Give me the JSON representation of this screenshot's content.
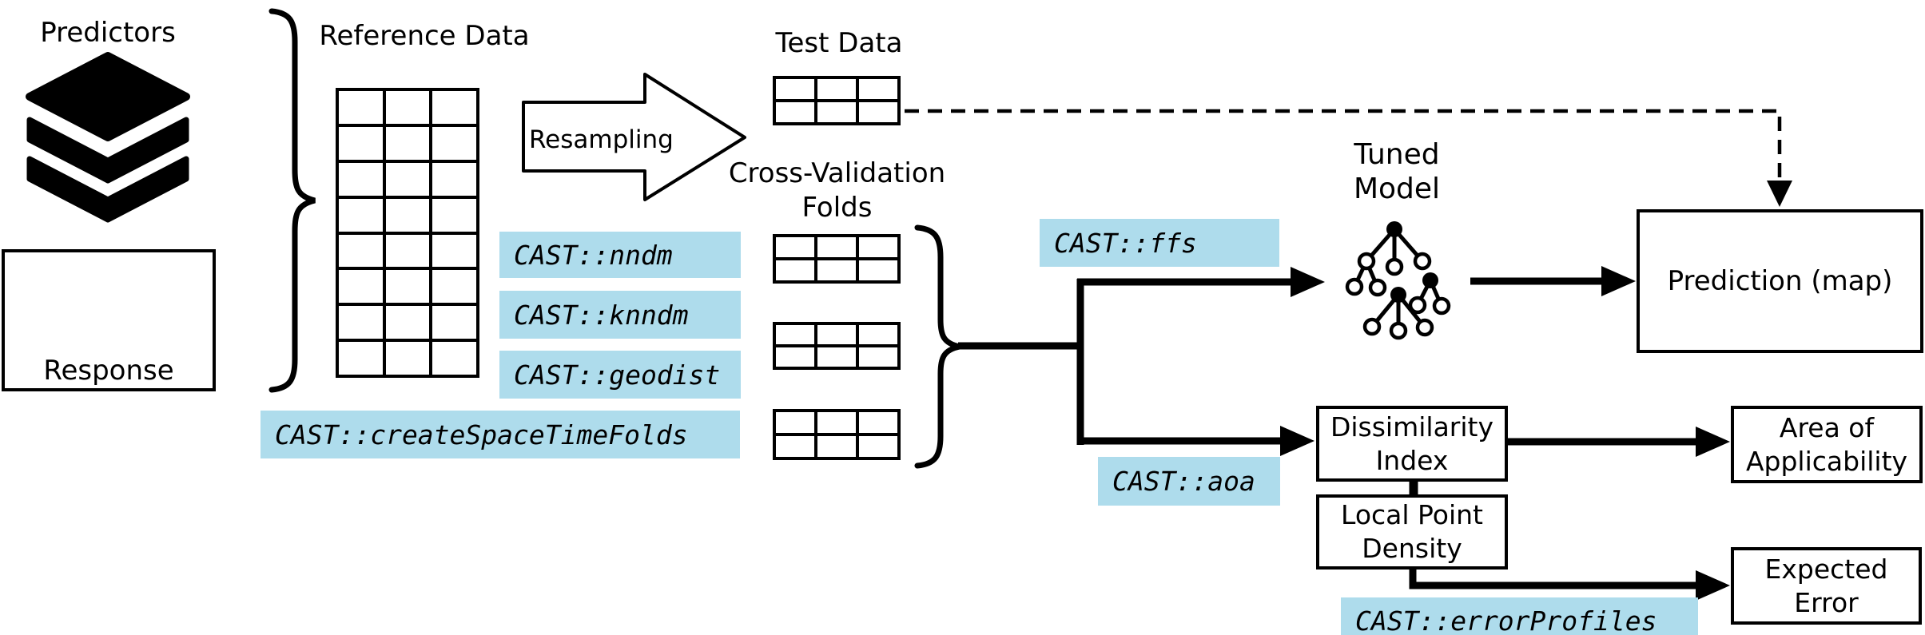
{
  "figure": {
    "background": "#ffffff",
    "ink": "#000000",
    "highlight": "#aedcec"
  },
  "labels": {
    "predictors": "Predictors",
    "response": "Response",
    "reference_data": "Reference Data",
    "resampling": "Resampling",
    "test_data": "Test Data",
    "cross_validation_folds": "Cross-Validation\nFolds",
    "tuned_model": "Tuned\nModel",
    "prediction_map": "Prediction (map)",
    "dissimilarity_index": "Dissimilarity\nIndex",
    "local_point_density": "Local Point\nDensity",
    "area_of_applicability": "Area of\nApplicability",
    "expected_error": "Expected\nError"
  },
  "code_labels": {
    "nndm": "CAST::nndm",
    "knndm": "CAST::knndm",
    "geodist": "CAST::geodist",
    "create_space_time_folds": "CAST::createSpaceTimeFolds",
    "ffs": "CAST::ffs",
    "aoa": "CAST::aoa",
    "error_profiles": "CAST::errorProfiles"
  },
  "tables": {
    "reference": {
      "rows": 8,
      "cols": 3
    },
    "test": {
      "rows": 2,
      "cols": 3
    },
    "fold1": {
      "rows": 2,
      "cols": 3
    },
    "fold2": {
      "rows": 2,
      "cols": 3
    },
    "fold3": {
      "rows": 2,
      "cols": 3
    }
  },
  "icons": {
    "layers": "predictor-raster-stack-icon",
    "scatter": "response-scatter-points-icon",
    "tree": "tuned-model-trees-icon",
    "block_arrow": "resampling-block-arrow-icon",
    "braces": "grouping-brace-icon",
    "dashed_arrow": "test-data-to-prediction-dashed-arrow"
  }
}
